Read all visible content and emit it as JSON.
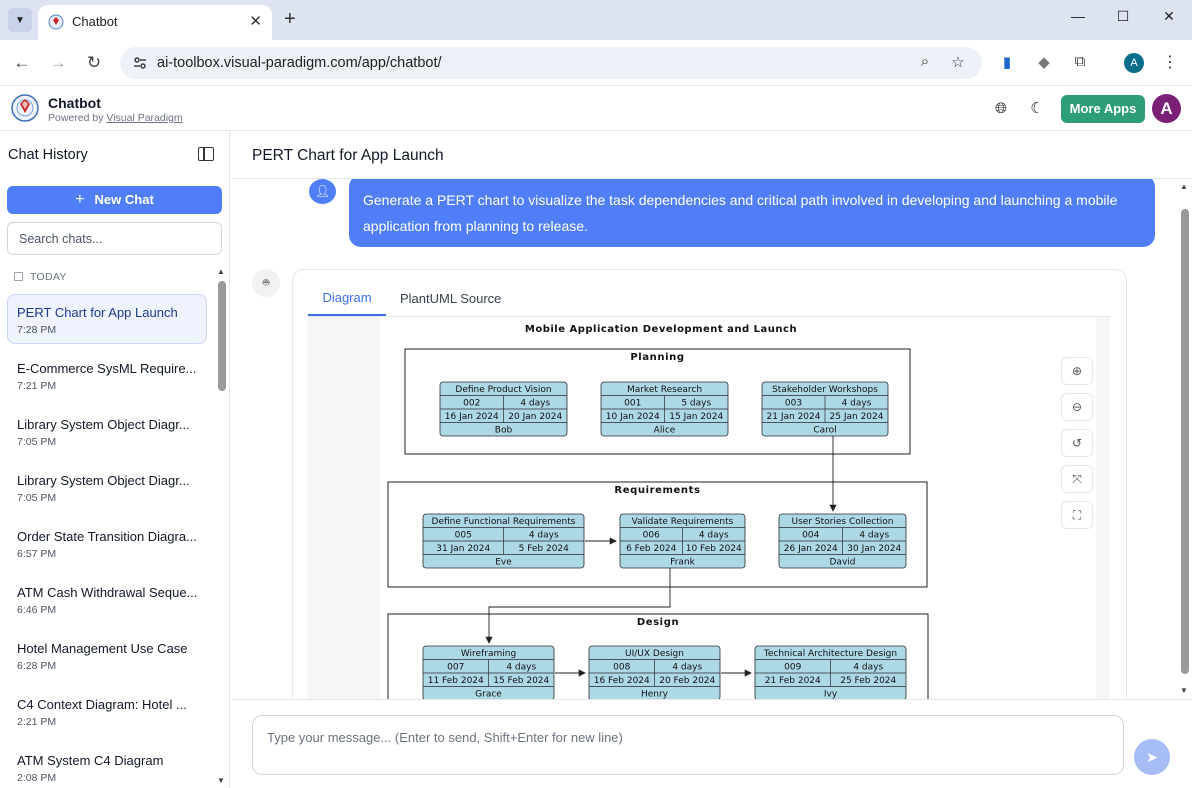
{
  "browser": {
    "tab_title": "Chatbot",
    "tab_close": "✕",
    "new_tab": "+",
    "url": "ai-toolbox.visual-paradigm.com/app/chatbot/",
    "profile_letter": "A"
  },
  "header": {
    "title": "Chatbot",
    "subtitle_prefix": "Powered by",
    "subtitle_link": "Visual Paradigm",
    "more_apps": "More Apps",
    "avatar_letter": "A"
  },
  "sidebar": {
    "title": "Chat History",
    "new_chat": "New Chat",
    "search_placeholder": "Search chats...",
    "group_label": "TODAY",
    "items": [
      {
        "title": "PERT Chart for App Launch",
        "time": "7:28 PM"
      },
      {
        "title": "E-Commerce SysML Require...",
        "time": "7:21 PM"
      },
      {
        "title": "Library System Object Diagr...",
        "time": "7:05 PM"
      },
      {
        "title": "Library System Object Diagr...",
        "time": "7:05 PM"
      },
      {
        "title": "Order State Transition Diagra...",
        "time": "6:57 PM"
      },
      {
        "title": "ATM Cash Withdrawal Seque...",
        "time": "6:46 PM"
      },
      {
        "title": "Hotel Management Use Case",
        "time": "6:28 PM"
      },
      {
        "title": "C4 Context Diagram: Hotel ...",
        "time": "2:21 PM"
      },
      {
        "title": "ATM System C4 Diagram",
        "time": "2:08 PM"
      }
    ]
  },
  "main": {
    "title": "PERT Chart for App Launch",
    "user_message": "Generate a PERT chart to visualize the task dependencies and critical path involved in developing and launching a mobile application from planning to release.",
    "tabs": [
      "Diagram",
      "PlantUML Source"
    ],
    "input_placeholder": "Type your message... (Enter to send, Shift+Enter for new line)"
  },
  "diagram": {
    "title": "Mobile Application Development and Launch",
    "groups": [
      {
        "name": "Planning",
        "tasks": [
          {
            "name": "Define Product Vision",
            "id": "002",
            "duration": "4 days",
            "start": "16 Jan 2024",
            "end": "20 Jan 2024",
            "owner": "Bob"
          },
          {
            "name": "Market Research",
            "id": "001",
            "duration": "5 days",
            "start": "10 Jan 2024",
            "end": "15 Jan 2024",
            "owner": "Alice"
          },
          {
            "name": "Stakeholder Workshops",
            "id": "003",
            "duration": "4 days",
            "start": "21 Jan 2024",
            "end": "25 Jan 2024",
            "owner": "Carol"
          }
        ]
      },
      {
        "name": "Requirements",
        "tasks": [
          {
            "name": "Define Functional Requirements",
            "id": "005",
            "duration": "4 days",
            "start": "31 Jan 2024",
            "end": "5 Feb 2024",
            "owner": "Eve"
          },
          {
            "name": "Validate Requirements",
            "id": "006",
            "duration": "4 days",
            "start": "6 Feb 2024",
            "end": "10 Feb 2024",
            "owner": "Frank"
          },
          {
            "name": "User Stories Collection",
            "id": "004",
            "duration": "4 days",
            "start": "26 Jan 2024",
            "end": "30 Jan 2024",
            "owner": "David"
          }
        ]
      },
      {
        "name": "Design",
        "tasks": [
          {
            "name": "Wireframing",
            "id": "007",
            "duration": "4 days",
            "start": "11 Feb 2024",
            "end": "15 Feb 2024",
            "owner": "Grace"
          },
          {
            "name": "UI/UX Design",
            "id": "008",
            "duration": "4 days",
            "start": "16 Feb 2024",
            "end": "20 Feb 2024",
            "owner": "Henry"
          },
          {
            "name": "Technical Architecture Design",
            "id": "009",
            "duration": "4 days",
            "start": "21 Feb 2024",
            "end": "25 Feb 2024",
            "owner": "Ivy"
          }
        ]
      }
    ]
  },
  "colors": {
    "accent": "#4f7ef7",
    "more_apps": "#2e9e76",
    "avatar": "#7c1f76",
    "task_fill": "#add8e6"
  }
}
